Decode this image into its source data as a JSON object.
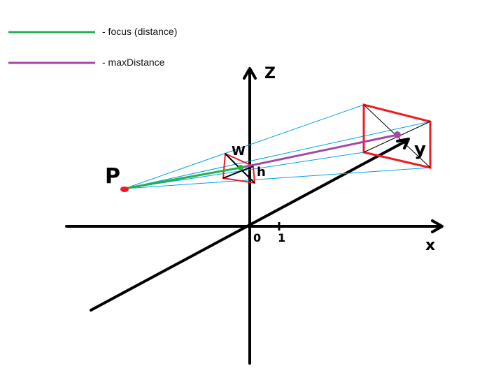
{
  "legend": {
    "items": [
      {
        "label": "- focus (distance)",
        "color": "#22b14c"
      },
      {
        "label": "- maxDistance",
        "color": "#a349a4"
      }
    ]
  },
  "labels": {
    "z_axis": "Z",
    "x_axis": "x",
    "y_axis": "y",
    "origin": "0",
    "unit_tick": "1",
    "point": "P",
    "width": "W",
    "height": "h"
  },
  "colors": {
    "axes": "#000000",
    "frustum_edges": "#00a2e8",
    "frame": "#ed1c24",
    "point": "#ed1c24",
    "focus": "#22b14c",
    "max_distance": "#a349a4"
  }
}
